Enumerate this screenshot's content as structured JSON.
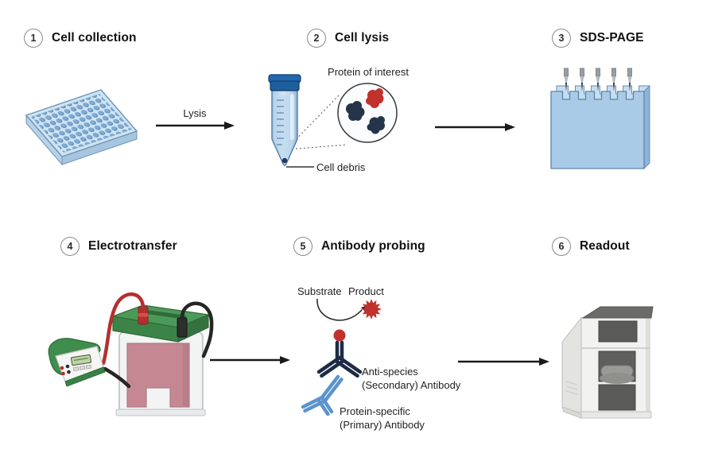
{
  "steps": [
    {
      "number": "1",
      "title": "Cell collection"
    },
    {
      "number": "2",
      "title": "Cell lysis"
    },
    {
      "number": "3",
      "title": "SDS-PAGE"
    },
    {
      "number": "4",
      "title": "Electrotransfer"
    },
    {
      "number": "5",
      "title": "Antibody probing"
    },
    {
      "number": "6",
      "title": "Readout"
    }
  ],
  "annotations": {
    "lysis": "Lysis",
    "protein_of_interest": "Protein of interest",
    "cell_debris": "Cell debris",
    "substrate": "Substrate",
    "product": "Product",
    "secondary_line1": "Anti-species",
    "secondary_line2": "(Secondary) Antibody",
    "primary_line1": "Protein-specific",
    "primary_line2": "(Primary) Antibody"
  },
  "colors": {
    "plate_blue": "#cfe4f3",
    "well_blue": "#7fabd4",
    "gel_blue": "#a9cbe7",
    "tube_cap_blue": "#1d5e9e",
    "primary_antibody_blue": "#5b94cc",
    "secondary_antibody_navy": "#1e2b44",
    "enzyme_red": "#c0322b",
    "equipment_green": "#3f8d4c",
    "cassette_maroon": "#b2606f",
    "arrow_black": "#1a1a1a"
  }
}
